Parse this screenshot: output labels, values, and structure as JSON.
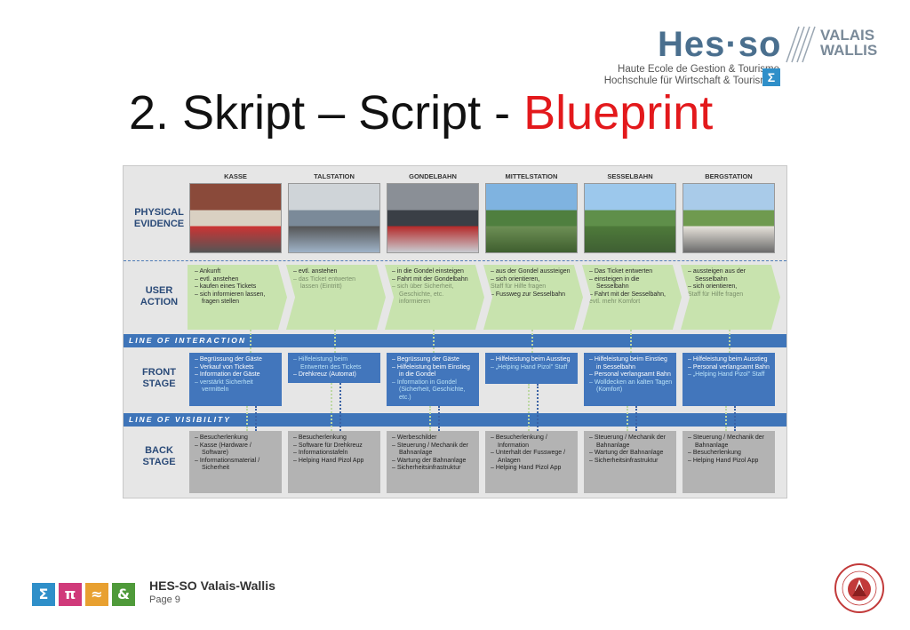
{
  "logo": {
    "hes": "Hes·so",
    "valais": "VALAIS",
    "wallis": "WALLIS",
    "line1": "Haute Ecole de Gestion & Tourisme",
    "line2": "Hochschule für Wirtschaft & Tourismus",
    "sigma": "Σ"
  },
  "title": {
    "main": "2. Skript – Script - ",
    "accent": "Blueprint"
  },
  "blueprint": {
    "row_labels": {
      "physical": "PHYSICAL EVIDENCE",
      "user": "USER ACTION",
      "front": "FRONT STAGE",
      "back": "BACK STAGE"
    },
    "bands": {
      "interaction": "LINE OF INTERACTION",
      "visibility": "LINE OF VISIBILITY"
    },
    "stages": [
      {
        "name": "KASSE",
        "user_action": [
          "– Ankunft",
          "– evtl. anstehen",
          "– kaufen eines Tickets",
          "– sich informieren lassen, fragen stellen"
        ],
        "user_action_opt": [],
        "front": [
          "– Begrüssung der Gäste",
          "– Verkauf von Tickets",
          "– Information der Gäste"
        ],
        "front_opt": [
          "– verstärkt Sicherheit vermitteln"
        ],
        "back": [
          "– Besucherlenkung",
          "– Kasse (Hardware / Software)",
          "– Informationsmaterial / Sicherheit"
        ]
      },
      {
        "name": "TALSTATION",
        "user_action": [
          "– evtl. anstehen"
        ],
        "user_action_opt": [
          "– das Ticket entwerten lassen (Eintritt)"
        ],
        "front": [],
        "front_opt": [
          "– Hilfeleistung beim Entwerten des Tickets"
        ],
        "front_after": [
          "– Drehkreuz (Automat)"
        ],
        "back": [
          "– Besucherlenkung",
          "– Software für Drehkreuz",
          "– Informationstafeln",
          "– Helping Hand Pizol App"
        ]
      },
      {
        "name": "GONDELBAHN",
        "user_action": [
          "– in die Gondel einsteigen",
          "– Fahrt mit der Gondelbahn"
        ],
        "user_action_opt": [
          "– sich über Sicherheit, Geschichte, etc. informieren"
        ],
        "front": [
          "– Begrüssung der Gäste",
          "– Hilfeleistung beim Einstieg in die Gondel"
        ],
        "front_opt": [
          "– Information in Gondel (Sicherheit, Geschichte, etc.)"
        ],
        "back": [
          "– Werbeschilder",
          "– Steuerung / Mechanik der Bahnanlage",
          "– Wartung der Bahnanlage",
          "– Sicherheitsinfrastruktur"
        ]
      },
      {
        "name": "MITTELSTATION",
        "user_action": [
          "– aus der Gondel aussteigen",
          "– sich orientieren,"
        ],
        "user_action_opt": [
          "Staff für Hilfe fragen"
        ],
        "user_action_after": [
          "– Fussweg zur Sesselbahn"
        ],
        "front": [
          "– Hilfeleistung beim Ausstieg"
        ],
        "front_opt": [
          "– „Helping Hand Pizol\" Staff"
        ],
        "back": [
          "– Besucherlenkung / Information",
          "– Unterhalt der Fusswege / Anlagen",
          "– Helping Hand Pizol App"
        ]
      },
      {
        "name": "SESSELBAHN",
        "user_action": [
          "– Das Ticket entwerten",
          "– einsteigen in die Sesselbahn",
          "– Fahrt mit der Sesselbahn,"
        ],
        "user_action_opt": [
          "evtl. mehr Komfort"
        ],
        "front": [
          "– Hilfeleistung beim Einstieg in Sesselbahn",
          "– Personal verlangsamt Bahn"
        ],
        "front_opt": [
          "– Wolldecken an kalten Tagen (Komfort)"
        ],
        "back": [
          "– Steuerung / Mechanik der Bahnanlage",
          "– Wartung der Bahnanlage",
          "– Sicherheitsinfrastruktur"
        ]
      },
      {
        "name": "BERGSTATION",
        "user_action": [
          "– aussteigen aus der Sesselbahn",
          "– sich orientieren,"
        ],
        "user_action_opt": [
          "Staff für Hilfe fragen"
        ],
        "front": [
          "– Hilfeleistung beim Ausstieg",
          "– Personal verlangsamt Bahn"
        ],
        "front_opt": [
          "– „Helping Hand Pizol\" Staff"
        ],
        "back": [
          "– Steuerung / Mechanik der Bahnanlage",
          "– Besucherlenkung",
          "– Helping Hand Pizol App"
        ]
      }
    ]
  },
  "footer": {
    "icons": [
      "Σ",
      "π",
      "≈",
      "&"
    ],
    "icon_colors": [
      "#2f8fc9",
      "#d03a7a",
      "#e8a030",
      "#4f9a3a"
    ],
    "org": "HES-SO Valais-Wallis",
    "page": "Page 9"
  }
}
